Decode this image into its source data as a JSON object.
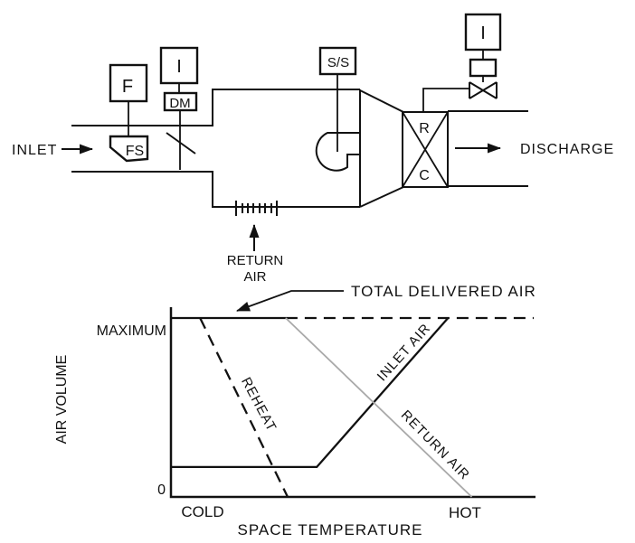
{
  "colors": {
    "line": "#111111",
    "gray_line": "#a9a9a9",
    "background": "#ffffff"
  },
  "schematic": {
    "labels": {
      "inlet": "INLET",
      "discharge": "DISCHARGE",
      "return_air_line1": "RETURN",
      "return_air_line2": "AIR"
    },
    "devices": {
      "fan_controller": "F",
      "flow_switch": "FS",
      "damper_interface": "I",
      "damper_motor": "DM",
      "start_stop": "S/S",
      "valve_interface": "I",
      "reheat_coil": "R",
      "cooling_coil": "C"
    }
  },
  "chart": {
    "y_axis_label": "AIR VOLUME",
    "x_axis_label": "SPACE TEMPERATURE",
    "y_max_label": "MAXIMUM",
    "y_zero_label": "0",
    "x_cold_label": "COLD",
    "x_hot_label": "HOT",
    "annotation_label": "TOTAL DELIVERED AIR",
    "series_labels": {
      "reheat": "REHEAT",
      "inlet_air": "INLET AIR",
      "return_air": "RETURN AIR"
    }
  },
  "chart_data": {
    "type": "line",
    "title": "",
    "xlabel": "SPACE TEMPERATURE",
    "ylabel": "AIR VOLUME",
    "x_range": [
      0,
      100
    ],
    "y_range": [
      0,
      100
    ],
    "x_tick_labels": [
      "COLD",
      "HOT"
    ],
    "y_tick_labels": [
      "0",
      "MAXIMUM"
    ],
    "grid": false,
    "legend_position": "inline-rotated-labels",
    "annotations": [
      {
        "text": "TOTAL DELIVERED AIR",
        "points_to": "maximum delivered-air line"
      }
    ],
    "series": [
      {
        "name": "TOTAL DELIVERED AIR",
        "color": "#111111",
        "width": 2.3,
        "segments": [
          {
            "style": "solid",
            "points": [
              [
                0,
                100
              ],
              [
                31.5,
                100
              ]
            ]
          },
          {
            "style": "dashed",
            "points": [
              [
                31.5,
                100
              ],
              [
                99.5,
                100
              ]
            ]
          }
        ]
      },
      {
        "name": "REHEAT",
        "color": "#111111",
        "width": 2.3,
        "segments": [
          {
            "style": "dashed",
            "points": [
              [
                8,
                100
              ],
              [
                32,
                0
              ]
            ]
          }
        ]
      },
      {
        "name": "INLET AIR",
        "color": "#111111",
        "width": 2.3,
        "segments": [
          {
            "style": "solid",
            "points": [
              [
                0,
                16.7
              ],
              [
                40,
                16.7
              ],
              [
                76,
                100
              ]
            ]
          }
        ]
      },
      {
        "name": "RETURN AIR",
        "color": "#a9a9a9",
        "width": 1.8,
        "segments": [
          {
            "style": "solid",
            "points": [
              [
                31.5,
                100
              ],
              [
                82.5,
                0
              ]
            ]
          }
        ]
      }
    ]
  }
}
